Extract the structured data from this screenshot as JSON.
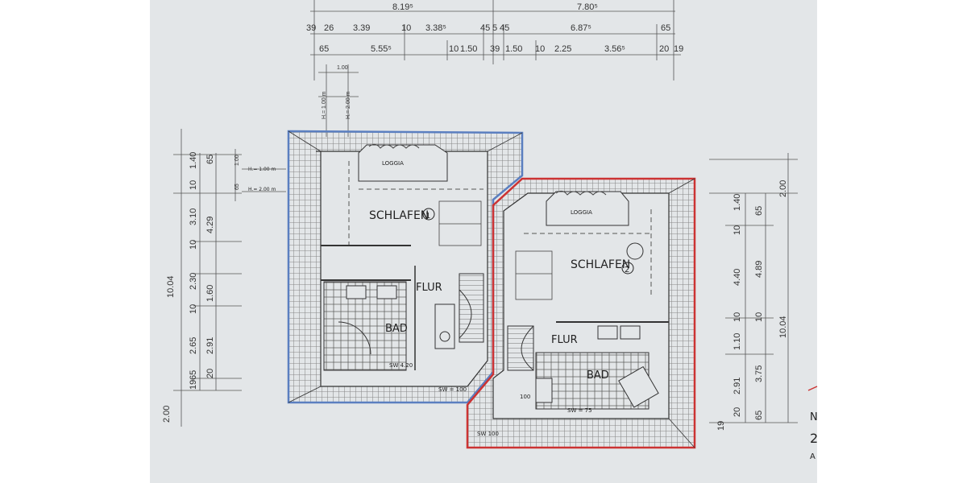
{
  "colors": {
    "paper": "#e3e6e8",
    "left_unit_outline": "#5b7fc0",
    "right_unit_outline": "#cc3333",
    "ink": "#333333"
  },
  "top_dimensions": {
    "row1": [
      "8.19⁵",
      "7.80⁵"
    ],
    "row2": [
      "39",
      "26",
      "3.39",
      "10",
      "3.38⁵",
      "45",
      "5",
      "45",
      "6.87⁵",
      "65"
    ],
    "row3": [
      "65",
      "5.55⁵",
      "10",
      "1.50",
      "39",
      "1.50",
      "10",
      "2.25",
      "3.56⁵",
      "20",
      "19"
    ]
  },
  "left_unit": {
    "rooms": {
      "bedroom": "SCHLAFEN",
      "bedroom_num": "1",
      "loggia": "LOGGIA",
      "hall": "FLUR",
      "bath": "BAD"
    },
    "notes": {
      "h1": "H.= 1.00 m",
      "h2": "H.= 2.00 m",
      "h1_vertical": "H.= 1.00 m",
      "h2_vertical": "H.= 2.00 m",
      "sw1": "SW 4.20",
      "sw2": "SW = 100"
    },
    "dims_vertical_total": "10.04",
    "dims_vertical_a": [
      "1.40",
      "3.10",
      "2.30",
      "2.65"
    ],
    "dims_vertical_b": [
      "65",
      "10",
      "10",
      "10",
      "65",
      "19",
      "20"
    ],
    "dims_vertical_c": [
      "4.29",
      "1.60",
      "2.91"
    ],
    "dims_vertical_bottom": "2.00",
    "small_dims": [
      "1.00",
      "1.00",
      "65"
    ]
  },
  "right_unit": {
    "rooms": {
      "bedroom": "SCHLAFEN",
      "bedroom_num": "2",
      "loggia": "LOGGIA",
      "hall": "FLUR",
      "bath": "BAD"
    },
    "notes": {
      "sw1": "SW = 75",
      "sw2": "SW 100",
      "n1": "100"
    },
    "dims_vertical_total": "10.04",
    "dims_vertical_a": [
      "1.40",
      "4.40",
      "1.10",
      "2.91"
    ],
    "dims_vertical_b": [
      "65",
      "10",
      "10",
      "10",
      "20",
      "19",
      "65"
    ],
    "dims_vertical_c": [
      "4.89",
      "3.75"
    ],
    "dims_vertical_top": "2.00"
  },
  "edge_text": [
    "N",
    "2",
    "A"
  ]
}
